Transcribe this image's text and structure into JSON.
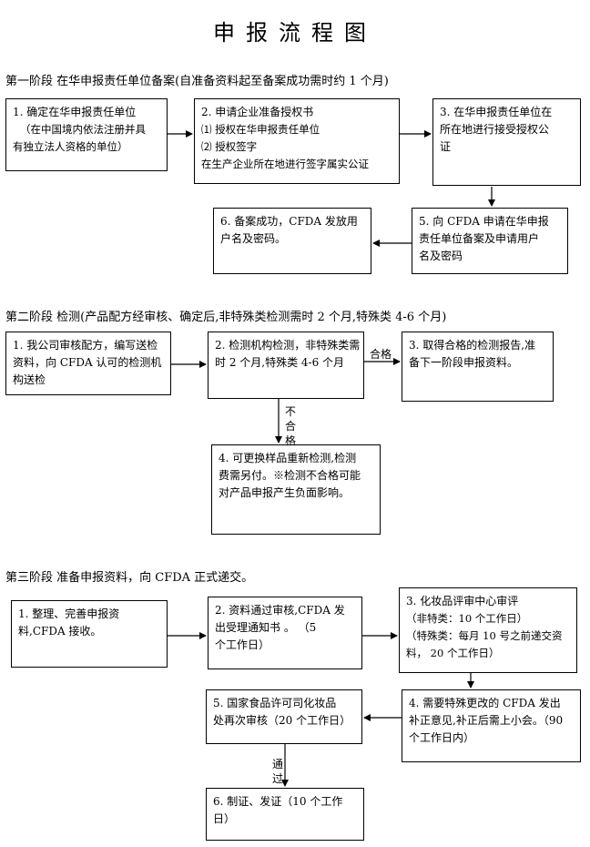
{
  "title": "申报流程图",
  "stage1": {
    "heading": "第一阶段  在华申报责任单位备案(自准备资料起至备案成功需时约 1 个月)",
    "box1": {
      "lines": [
        "1. 确定在华申报责任单位",
        "（在中国境内依法注册并具",
        "有独立法人资格的单位）"
      ]
    },
    "box2": {
      "lines": [
        "2. 申请企业准备授权书",
        "⑴ 授权在华申报责任单位",
        "⑵ 授权签字",
        "在生产企业所在地进行签字属实公证"
      ]
    },
    "box3": {
      "lines": [
        "3. 在华申报责任单位在",
        "所在地进行接受授权公",
        "证"
      ]
    },
    "box5": {
      "lines": [
        "5. 向 CFDA 申请在华申报",
        "责任单位备案及申请用户",
        "名及密码"
      ]
    },
    "box6": {
      "lines": [
        "6. 备案成功，CFDA 发放用",
        "户名及密码。"
      ]
    }
  },
  "stage2": {
    "heading": "第二阶段  检测(产品配方经审核、确定后,非特殊类检测需时 2 个月,特殊类 4-6 个月)",
    "box1": {
      "lines": [
        "1. 我公司审核配方，编写送检",
        "资料，向 CFDA 认可的检测机",
        "构送检"
      ]
    },
    "box2": {
      "lines": [
        "2. 检测机构检测，非特殊类需",
        "时 2 个月,特殊类 4-6 个月"
      ]
    },
    "box3": {
      "lines": [
        "3. 取得合格的检测报告,准",
        "备下一阶段申报资料。"
      ]
    },
    "box4": {
      "lines": [
        "4. 可更换样品重新检测,检测",
        "费需另付。※检测不合格可能",
        "对产品申报产生负面影响。"
      ]
    },
    "pass_label": "合格",
    "fail_label": [
      "不",
      "合",
      "格"
    ]
  },
  "stage3": {
    "heading": "第三阶段  准备申报资料，向 CFDA 正式递交。",
    "box1": {
      "lines": [
        "1. 整理、完善申报资",
        "料,CFDA 接收。"
      ]
    },
    "box2": {
      "lines": [
        "2. 资料通过审核,CFDA 发",
        "出受理通知书  。       （5",
        "个工作日）"
      ]
    },
    "box3": {
      "lines": [
        "3. 化妆品评审中心审评",
        "（非特类：10 个工作日）",
        "（特殊类：每月 10 号之前递交资",
        "料，  20 个工作日）"
      ]
    },
    "box4": {
      "lines": [
        "4. 需要特殊更改的 CFDA 发出",
        "补正意见,补正后需上小会。（90",
        "个工作日内）"
      ]
    },
    "box5": {
      "lines": [
        "5. 国家食品许可司化妆品",
        "处再次审核（20 个工作日）"
      ]
    },
    "box6": {
      "lines": [
        "6. 制证、发证（10 个工作",
        "日）"
      ]
    },
    "pass_label": [
      "通",
      "过"
    ]
  }
}
